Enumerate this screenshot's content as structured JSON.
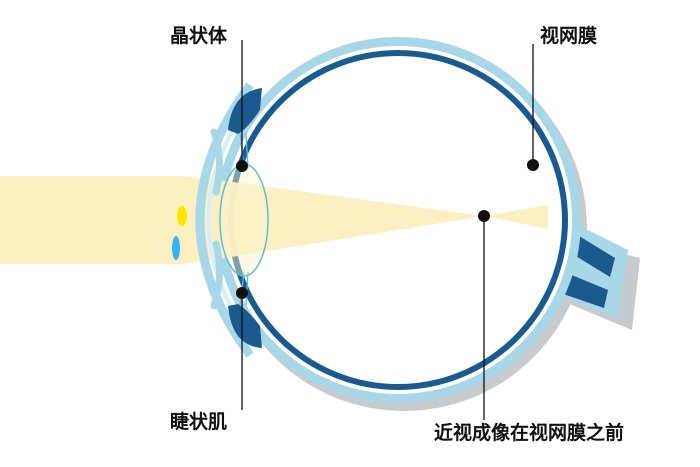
{
  "labels": {
    "lens": "晶状体",
    "retina": "视网膜",
    "ciliary_muscle": "睫状肌",
    "focus_note": "近视成像在视网膜之前"
  },
  "colors": {
    "sclera": "#a8d8e8",
    "retina_dark": "#1a5a8e",
    "light_beam": "#fcefc0",
    "optic_nerve": "#1a5a8e",
    "shadow": "#c8cbce",
    "ciliary": "#1a5a8e",
    "cornea_highlight": "#ffe600",
    "cornea_blue": "#39b6f0",
    "leader_line": "#111111"
  }
}
